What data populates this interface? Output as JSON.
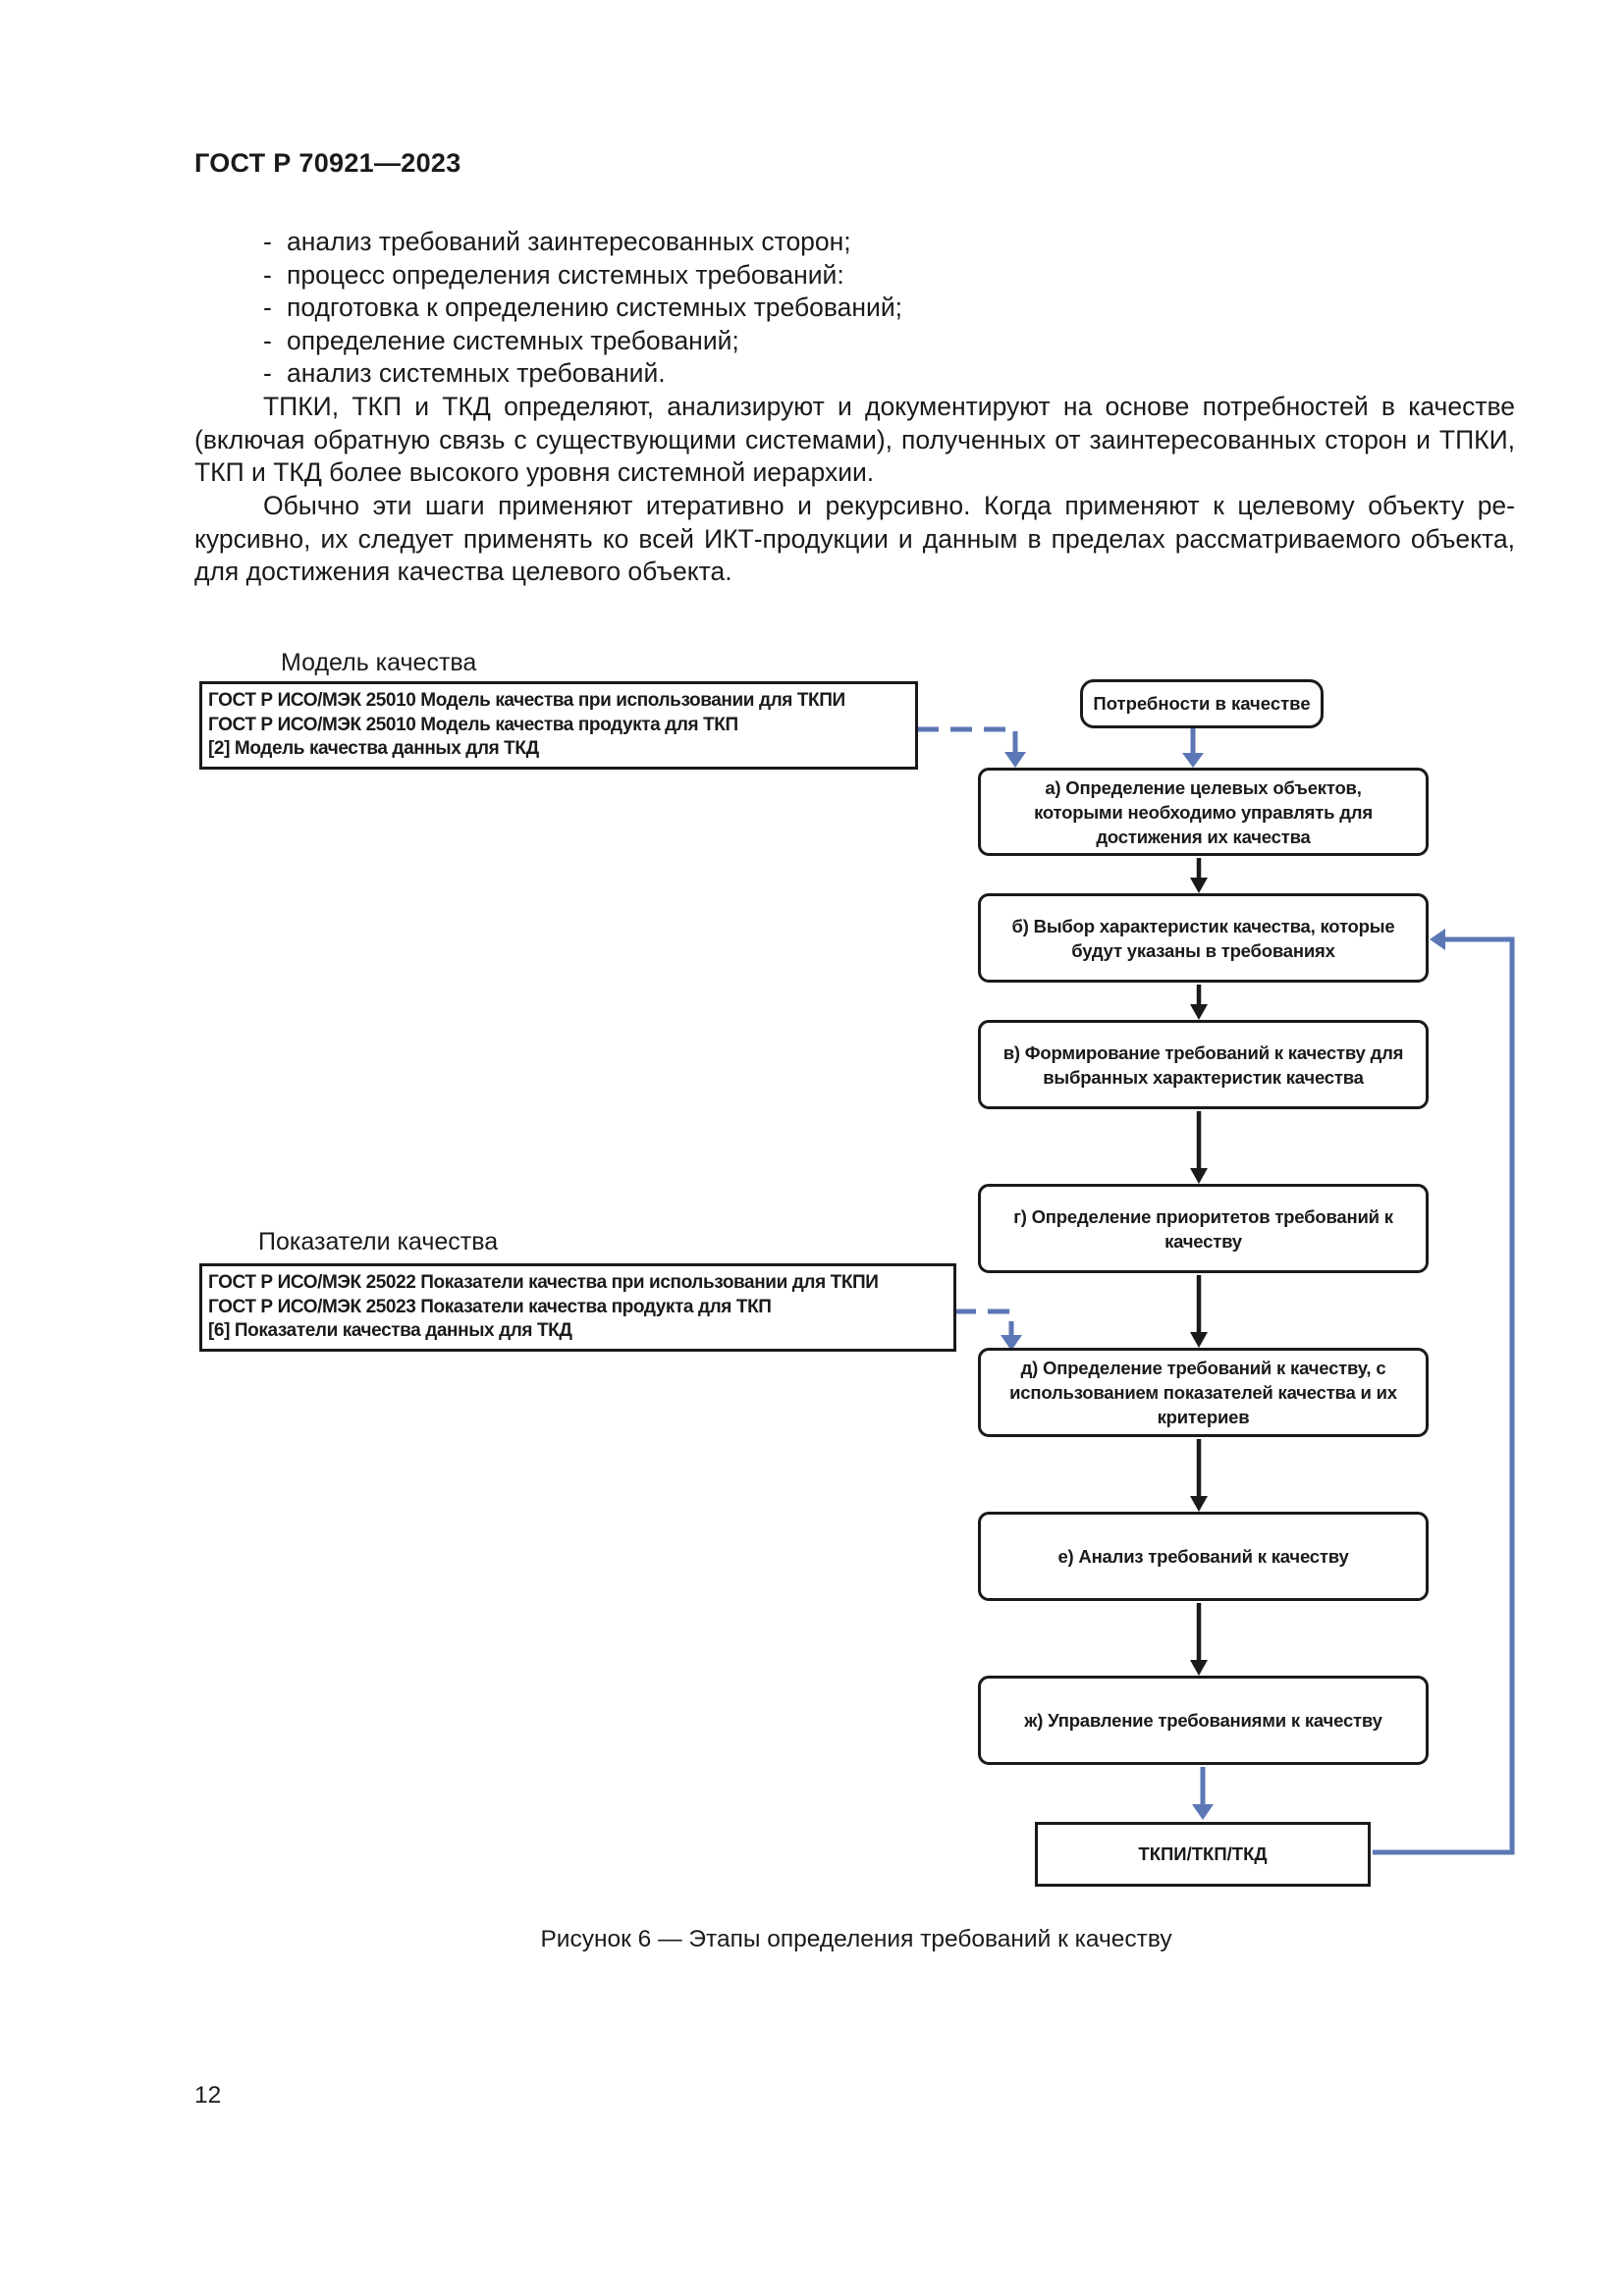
{
  "header": {
    "doc_code": "ГОСТ Р 70921—2023"
  },
  "bullets": [
    "анализ требований заинтересованных сторон;",
    "процесс определения системных требований:",
    "подготовка к определению системных требований;",
    "определение системных требований;",
    "анализ системных требований."
  ],
  "paragraphs": [
    "ТПКИ, ТКП и ТКД определяют, анализируют и документируют на основе потребностей в качестве (включая обратную связь с существующими системами), полученных от заинтересованных сторон и ТПКИ, ТКП и ТКД более высокого уровня системной иерархии.",
    "Обычно эти шаги применяют итеративно и рекурсивно. Когда применяют к целевому объекту ре­курсивно, их следует применять ко всей ИКТ-продукции и данным в пределах рассматриваемого объ­екта, для достижения качества целевого объекта."
  ],
  "figure": {
    "quality_model": {
      "title": "Модель качества",
      "lines": [
        "ГОСТ Р ИСО/МЭК 25010 Модель качества при использовании для ТКПИ",
        "ГОСТ Р ИСО/МЭК 25010 Модель качества продукта для ТКП",
        "[2] Модель качества данных для ТКД"
      ]
    },
    "quality_measures": {
      "title": "Показатели качества",
      "lines": [
        "ГОСТ Р ИСО/МЭК 25022 Показатели качества при использовании для ТКПИ",
        "ГОСТ Р ИСО/МЭК 25023 Показатели качества продукта для ТКП",
        "[6] Показатели качества данных для ТКД"
      ]
    },
    "needs": "Потребности в качестве",
    "steps": [
      "а) Определение целевых объектов, которыми необходимо управлять для достижения их качества",
      "б) Выбор характеристик качества, которые будут указаны в требованиях",
      "в) Формирование требований к качеству для выбранных характеристик качества",
      "г) Определение приоритетов требований к качеству",
      "д) Определение требований к качеству, с использованием показателей качества и их критериев",
      "е) Анализ требований к качеству",
      "ж) Управление требованиями к качеству"
    ],
    "output": "ТКПИ/ТКП/ТКД",
    "caption": "Рисунок 6 — Этапы определения требований к качеству",
    "colors": {
      "flow_arrow": "#1a1a1a",
      "link_arrow": "#5b77b5"
    }
  },
  "footer": {
    "page_number": "12"
  }
}
